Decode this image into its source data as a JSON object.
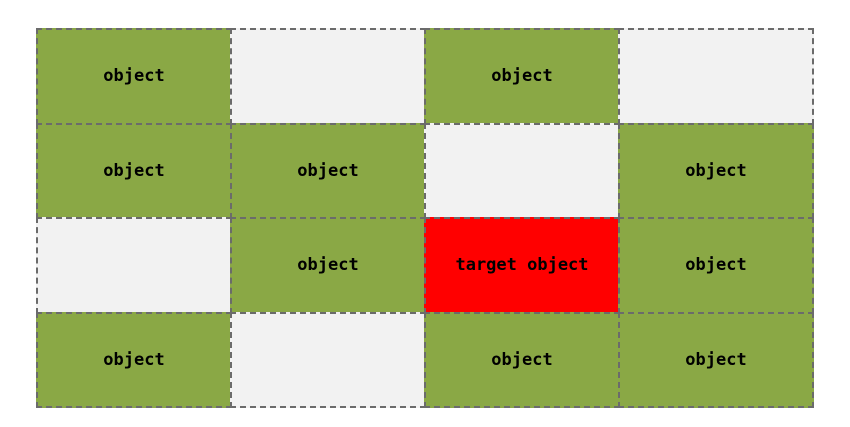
{
  "colors": {
    "object": "#8aa845",
    "empty": "#f2f2f2",
    "target": "#ff0000",
    "border": "#6b6b6b"
  },
  "grid": {
    "rows": [
      [
        {
          "kind": "object",
          "label": "object"
        },
        {
          "kind": "empty",
          "label": ""
        },
        {
          "kind": "object",
          "label": "object"
        },
        {
          "kind": "empty",
          "label": ""
        }
      ],
      [
        {
          "kind": "object",
          "label": "object"
        },
        {
          "kind": "object",
          "label": "object"
        },
        {
          "kind": "empty",
          "label": ""
        },
        {
          "kind": "object",
          "label": "object"
        }
      ],
      [
        {
          "kind": "empty",
          "label": ""
        },
        {
          "kind": "object",
          "label": "object"
        },
        {
          "kind": "target",
          "label": "target object"
        },
        {
          "kind": "object",
          "label": "object"
        }
      ],
      [
        {
          "kind": "object",
          "label": "object"
        },
        {
          "kind": "empty",
          "label": ""
        },
        {
          "kind": "object",
          "label": "object"
        },
        {
          "kind": "object",
          "label": "object"
        }
      ]
    ]
  }
}
